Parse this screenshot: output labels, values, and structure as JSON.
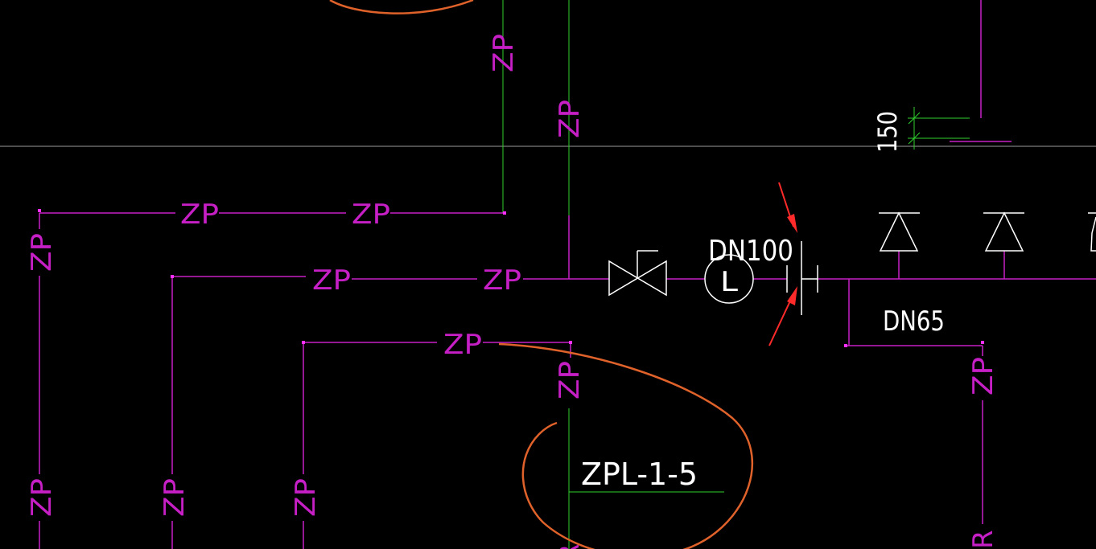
{
  "colors": {
    "background": "#000000",
    "pipe": "#c61fc6",
    "pipe_text": "#c61fc6",
    "green": "#2fd02f",
    "white": "#ffffff",
    "gray": "#9a9a9a",
    "orange": "#e0622b",
    "red": "#ff2a2a"
  },
  "labels": {
    "pipe_code": "ZP",
    "pipe_code_partial": "R",
    "riser_label": "ZPL-1-5",
    "main_diameter": "DN100",
    "branch_diameter": "DN65",
    "dimension": "150",
    "flow_meter_symbol": "L"
  },
  "icons": {
    "gate_valve": "gate-valve-icon",
    "flow_meter": "flow-meter-icon",
    "sprinkler": "sprinkler-head-icon",
    "flange": "flange-icon",
    "arrow": "red-arrow-icon"
  }
}
